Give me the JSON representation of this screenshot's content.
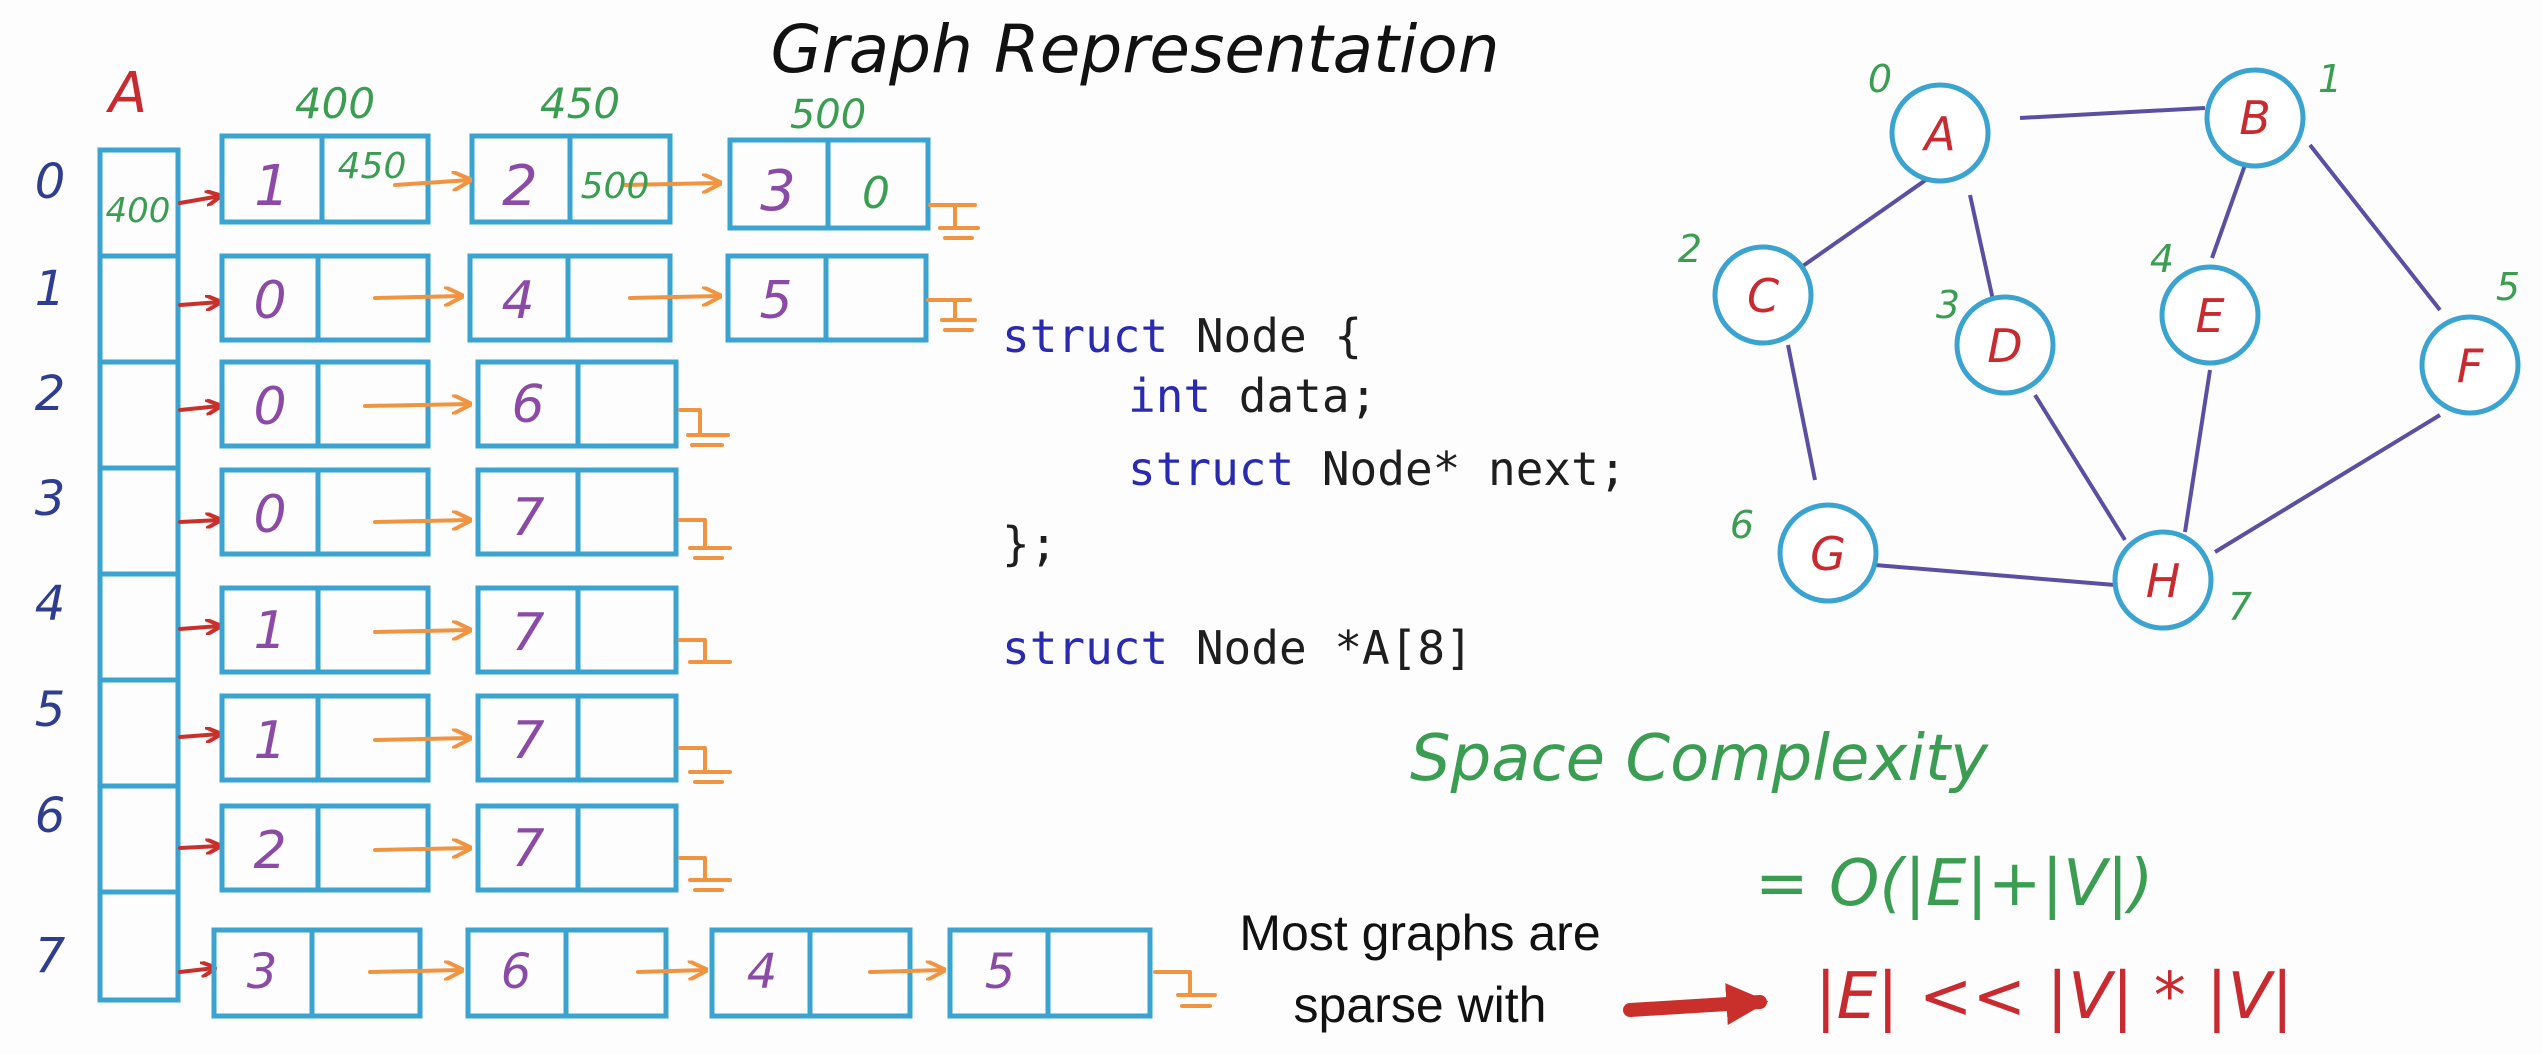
{
  "title": "Graph Representation",
  "array_label": "A",
  "address_labels": [
    "400",
    "450",
    "500"
  ],
  "array_cell0_value": "400",
  "row_indices": [
    "0",
    "1",
    "2",
    "3",
    "4",
    "5",
    "6",
    "7"
  ],
  "lists": [
    [
      "1",
      "2",
      "3"
    ],
    [
      "0",
      "4",
      "5"
    ],
    [
      "0",
      "6"
    ],
    [
      "0",
      "7"
    ],
    [
      "1",
      "7"
    ],
    [
      "1",
      "7"
    ],
    [
      "2",
      "7"
    ],
    [
      "3",
      "6",
      "4",
      "5"
    ]
  ],
  "next_pointers_row0": [
    "450",
    "500",
    "0"
  ],
  "code": {
    "line1_kw": "struct",
    "line1_rest": " Node {",
    "line2_kw": "int",
    "line2_rest": " data;",
    "line3_kw": "struct",
    "line3_rest": " Node* next;",
    "line4": "};",
    "decl_kw": "struct",
    "decl_rest": " Node *A[",
    "decl_num": "8",
    "decl_end": "]"
  },
  "graph": {
    "nodes": [
      {
        "name": "A",
        "index": "0"
      },
      {
        "name": "B",
        "index": "1"
      },
      {
        "name": "C",
        "index": "2"
      },
      {
        "name": "D",
        "index": "3"
      },
      {
        "name": "E",
        "index": "4"
      },
      {
        "name": "F",
        "index": "5"
      },
      {
        "name": "G",
        "index": "6"
      },
      {
        "name": "H",
        "index": "7"
      }
    ],
    "edges": [
      [
        "A",
        "B"
      ],
      [
        "A",
        "C"
      ],
      [
        "A",
        "D"
      ],
      [
        "B",
        "E"
      ],
      [
        "B",
        "F"
      ],
      [
        "C",
        "G"
      ],
      [
        "D",
        "H"
      ],
      [
        "E",
        "H"
      ],
      [
        "F",
        "H"
      ],
      [
        "G",
        "H"
      ]
    ]
  },
  "space_complexity": {
    "label": "Space Complexity",
    "formula": "= O(|E|+|V|)"
  },
  "note": {
    "line1": "Most graphs are",
    "line2": "sparse with",
    "inequality": "|E| << |V| * |V|"
  },
  "colors": {
    "box": "#3ba3cf",
    "pointer_arrow": "#f09441",
    "head_arrow": "#c9302c",
    "node_text": "#c82a2f",
    "list_data": "#8b4aa6",
    "address": "#3a9d52",
    "edge": "#5a4fa0"
  }
}
